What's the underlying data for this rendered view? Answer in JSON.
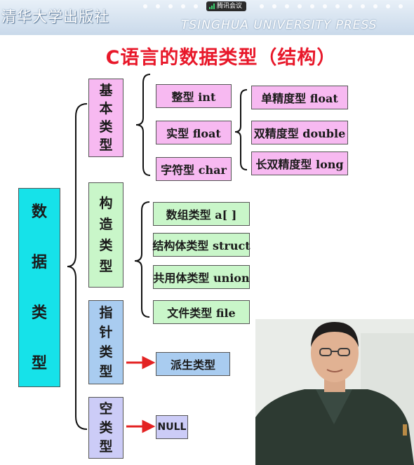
{
  "header": {
    "publisher": "清华大学出版社",
    "press": "TSINGHUA UNIVERSITY PRESS",
    "meeting_label": "腾讯会议"
  },
  "title": "C语言的数据类型（结构）",
  "root": {
    "chars": [
      "数",
      "据",
      "类",
      "型"
    ]
  },
  "categories": {
    "basic": {
      "chars": [
        "基",
        "本",
        "类",
        "型"
      ]
    },
    "constructed": {
      "chars": [
        "构",
        "造",
        "类",
        "型"
      ]
    },
    "pointer": {
      "chars": [
        "指",
        "针",
        "类",
        "型"
      ]
    },
    "void": {
      "chars": [
        "空",
        "类",
        "型"
      ]
    }
  },
  "basic_types": [
    "整型 int",
    "实型 float",
    "字符型 char"
  ],
  "float_types": [
    "单精度型 float",
    "双精度型 double",
    "长双精度型 long"
  ],
  "constructed_types": [
    "数组类型 a[ ]",
    "结构体类型 struct",
    "共用体类型 union",
    "文件类型 file"
  ],
  "pointer_types": [
    "派生类型"
  ],
  "void_types": [
    "NULL"
  ],
  "colors": {
    "title": "#e8182a",
    "basic": "#f7b9f1",
    "constructed": "#c9f6c9",
    "pointer": "#a9ccf0",
    "void": "#ccccf7",
    "root": "#16e2e9",
    "arrow": "#e32222"
  }
}
